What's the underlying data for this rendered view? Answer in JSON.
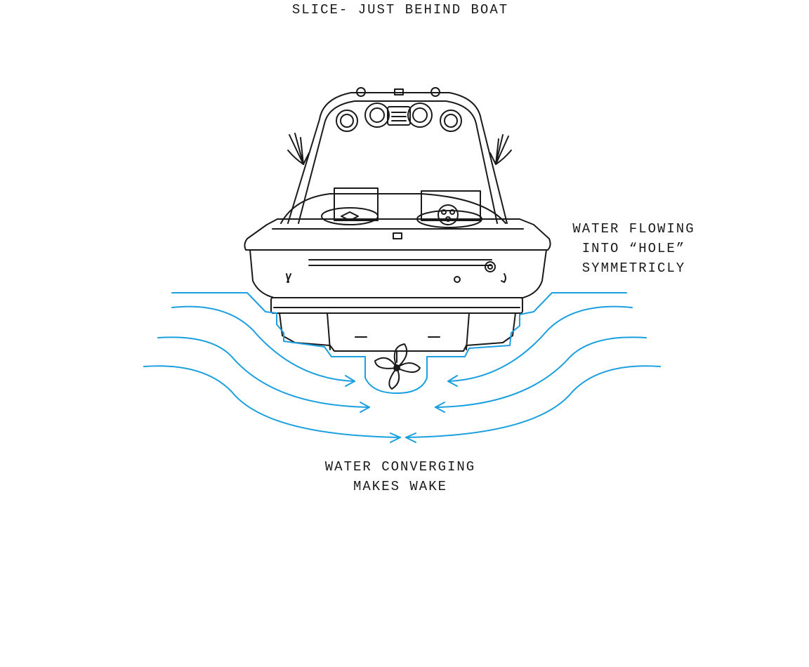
{
  "title": "SLICE- JUST BEHIND BOAT",
  "annotations": {
    "water_flowing": [
      "WATER FLOWING",
      "INTO “HOLE”",
      "SYMMETRICLY"
    ],
    "water_converging": [
      "WATER CONVERGING",
      "MAKES WAKE"
    ]
  },
  "colors": {
    "water": "#1a9fe0",
    "ink": "#1a1a1a"
  }
}
